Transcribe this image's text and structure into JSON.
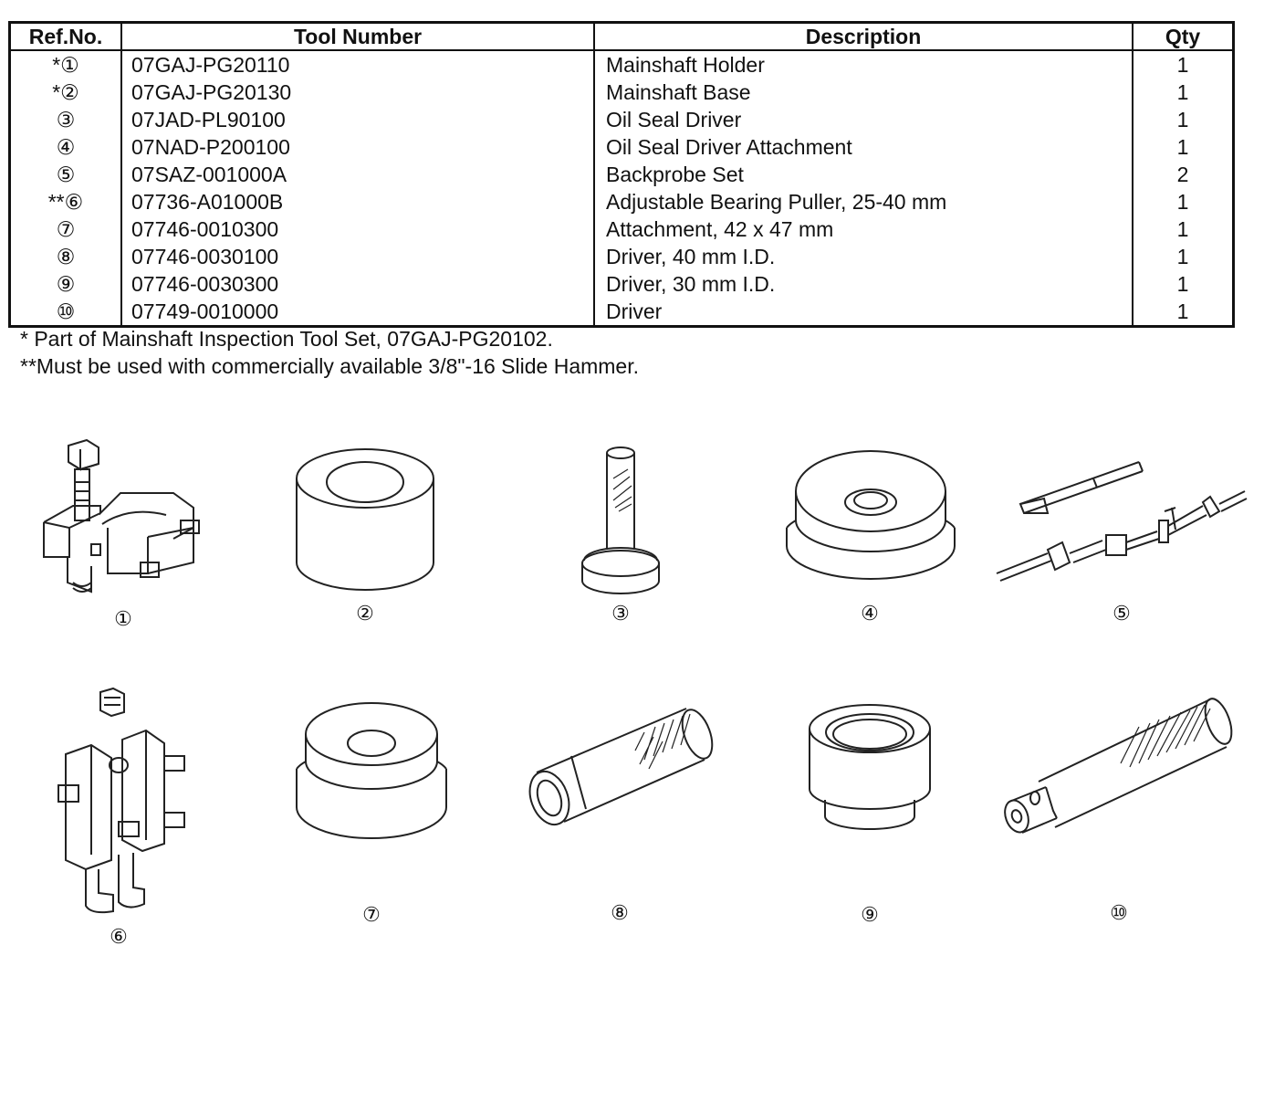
{
  "table": {
    "headers": {
      "ref": "Ref.No.",
      "tool_number": "Tool Number",
      "description": "Description",
      "qty": "Qty"
    },
    "rows": [
      {
        "ref": "*①",
        "tool_number": "07GAJ-PG20110",
        "description": "Mainshaft Holder",
        "qty": "1"
      },
      {
        "ref": "*②",
        "tool_number": "07GAJ-PG20130",
        "description": "Mainshaft Base",
        "qty": "1"
      },
      {
        "ref": "③",
        "tool_number": "07JAD-PL90100",
        "description": "Oil Seal Driver",
        "qty": "1"
      },
      {
        "ref": "④",
        "tool_number": "07NAD-P200100",
        "description": "Oil Seal Driver Attachment",
        "qty": "1"
      },
      {
        "ref": "⑤",
        "tool_number": "07SAZ-001000A",
        "description": "Backprobe Set",
        "qty": "2"
      },
      {
        "ref": "**⑥",
        "tool_number": "07736-A01000B",
        "description": "Adjustable Bearing Puller, 25-40 mm",
        "qty": "1"
      },
      {
        "ref": "⑦",
        "tool_number": "07746-0010300",
        "description": "Attachment, 42 x 47 mm",
        "qty": "1"
      },
      {
        "ref": "⑧",
        "tool_number": "07746-0030100",
        "description": "Driver, 40 mm I.D.",
        "qty": "1"
      },
      {
        "ref": "⑨",
        "tool_number": "07746-0030300",
        "description": "Driver, 30 mm I.D.",
        "qty": "1"
      },
      {
        "ref": "⑩",
        "tool_number": "07749-0010000",
        "description": "Driver",
        "qty": "1"
      }
    ]
  },
  "notes": {
    "note1": "* Part of Mainshaft Inspection Tool Set, 07GAJ-PG20102.",
    "note2": "**Must be used with commercially available 3/8\"-16 Slide Hammer."
  },
  "figures": [
    {
      "label": "①",
      "icon": "mainshaft-holder-icon"
    },
    {
      "label": "②",
      "icon": "mainshaft-base-icon"
    },
    {
      "label": "③",
      "icon": "oil-seal-driver-icon"
    },
    {
      "label": "④",
      "icon": "oil-seal-driver-attachment-icon"
    },
    {
      "label": "⑤",
      "icon": "backprobe-set-icon"
    },
    {
      "label": "⑥",
      "icon": "bearing-puller-icon"
    },
    {
      "label": "⑦",
      "icon": "attachment-icon"
    },
    {
      "label": "⑧",
      "icon": "driver-40mm-icon"
    },
    {
      "label": "⑨",
      "icon": "driver-30mm-icon"
    },
    {
      "label": "⑩",
      "icon": "driver-handle-icon"
    }
  ]
}
